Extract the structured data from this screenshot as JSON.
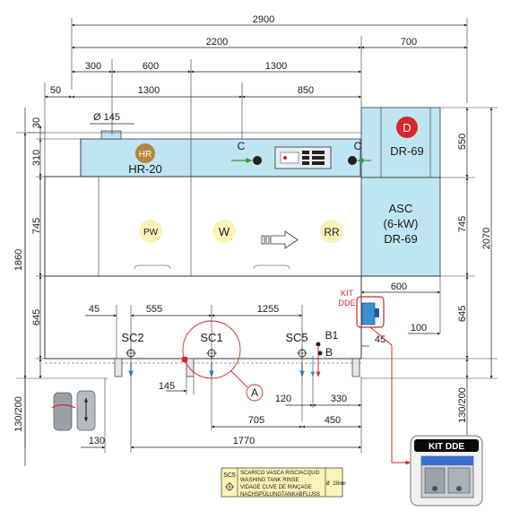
{
  "dimensions": {
    "overall_width": "2900",
    "width_2200": "2200",
    "width_700": "700",
    "w_300": "300",
    "w_600": "600",
    "w_1300_top": "1300",
    "w_50": "50",
    "w_1300_mid": "1300",
    "w_850": "850",
    "diameter_145": "Ø 145",
    "h_30": "30",
    "h_310": "310",
    "h_745_left": "745",
    "h_1860": "1860",
    "h_645_left": "645",
    "h_130_200_left": "130/200",
    "h_550": "550",
    "h_745_right": "745",
    "h_2070": "2070",
    "h_645_right": "645",
    "h_130_200_right": "130/200",
    "w_600_right": "600",
    "w_100": "100",
    "w_45_right": "45",
    "w_45_left": "45",
    "w_555": "555",
    "w_1255": "1255",
    "w_145_bottom": "145",
    "w_120": "120",
    "w_330": "330",
    "w_705": "705",
    "w_450": "450",
    "w_130_bottom": "130",
    "w_1770": "1770"
  },
  "labels": {
    "hr_badge": "HR",
    "hr_model": "HR-20",
    "d_badge": "D",
    "d_model": "DR-69",
    "c_left": "C",
    "c_right": "C",
    "asc_line1": "ASC",
    "asc_line2": "(6-kW)",
    "asc_line3": "DR-69",
    "pw": "PW",
    "w": "W",
    "rr": "RR",
    "kit_line1": "KIT",
    "kit_line2": "DDE",
    "sc2": "SC2",
    "sc1": "SC1",
    "sc5": "SC5",
    "b1": "B1",
    "b": "B",
    "a": "A",
    "kit_dde_photo": "KIT DDE"
  },
  "legend": {
    "code": "SC5",
    "line1": "SCARICO VASCA RISCIACQUO",
    "line2": "WASHING TANK RINSE",
    "line3": "VIDAGE CUVE DE RINÇAGE",
    "line4": "NACHSPÜLUNGTANKABFLUSS",
    "size": "Ø 28mm"
  },
  "colors": {
    "panel_blue": "#bfe4f2",
    "badge_gold": "#b0893c",
    "badge_red": "#d8262e",
    "callout_red": "#d8262e",
    "flow_green": "#2e9c3c",
    "drain_blue": "#3a8fd6",
    "legend_bg": "#fbf3b8"
  }
}
